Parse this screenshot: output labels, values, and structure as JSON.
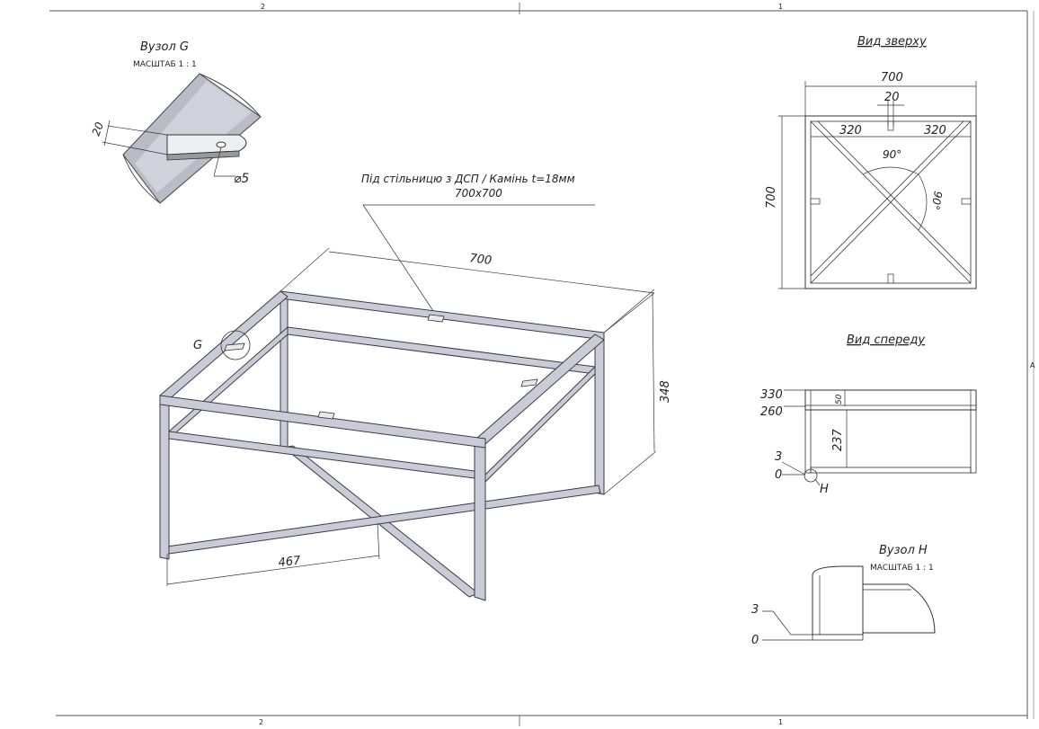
{
  "zones": {
    "top_left": "2",
    "top_right": "1",
    "bottom_left": "2",
    "bottom_right": "1",
    "right_edge": "A"
  },
  "detail_g": {
    "title": "Вузол G",
    "scale": "МАСШТАБ 1 : 1",
    "dim_width": "20",
    "dim_hole": "⌀5"
  },
  "tabletop_note": {
    "line1": "Під стільницю з ДСП / Камінь t=18мм",
    "line2": "700х700"
  },
  "iso_view": {
    "callout_g": "G",
    "dim_top": "700",
    "dim_height": "348",
    "dim_base": "467"
  },
  "top_view": {
    "title": "Вид зверху",
    "dim_width": "700",
    "dim_tab": "20",
    "dim_left": "320",
    "dim_right": "320",
    "dim_height": "700",
    "angle_top": "90°",
    "angle_right": "90°"
  },
  "front_view": {
    "title": "Вид спереду",
    "level_330": "330",
    "level_260": "260",
    "level_3": "3",
    "level_0": "0",
    "dim_50": "50",
    "dim_237": "237",
    "callout_h": "H"
  },
  "detail_h": {
    "title": "Вузол H",
    "scale": "МАСШТАБ 1 : 1",
    "level_3": "3",
    "level_0": "0"
  }
}
